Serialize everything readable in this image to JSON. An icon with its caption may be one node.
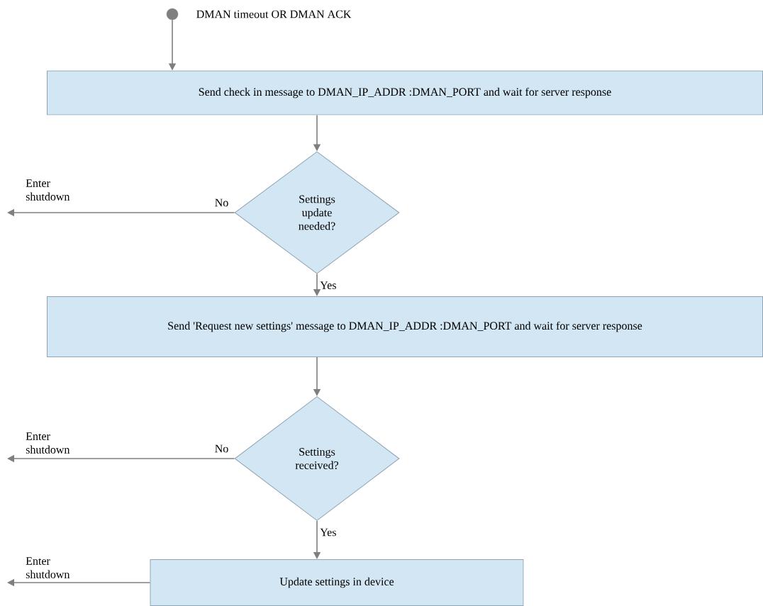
{
  "diagram": {
    "nodes": [
      {
        "text": [],
        "shape": "circle",
        "beside": [
          "DMAN timeout OR DMAN ACK"
        ]
      },
      {
        "text": [
          "Send check in message to DMAN_IP_ADDR :DMAN_PORT and wait for server response"
        ]
      },
      {
        "text": [
          "Settings update needed?"
        ]
      },
      {
        "text": [
          "Enter shutdown"
        ]
      },
      {
        "text": [
          "Send 'Request new settings' message to DMAN_IP_ADDR :DMAN_PORT and wait for server response"
        ]
      },
      {
        "text": [
          "Settings received?"
        ]
      },
      {
        "text": [
          "Enter shutdown"
        ]
      },
      {
        "text": [
          "Update settings in device"
        ]
      },
      {
        "text": [
          "Enter shutdown"
        ]
      }
    ],
    "edges": [
      {
        "from": 0,
        "to": 1,
        "arrow": "to"
      },
      {
        "from": 1,
        "to": 2,
        "arrow": "to"
      },
      {
        "from": 2,
        "to": 3,
        "arrow": "to",
        "label": "No"
      },
      {
        "from": 2,
        "to": 4,
        "arrow": "to",
        "label": "Yes"
      },
      {
        "from": 4,
        "to": 5,
        "arrow": "to"
      },
      {
        "from": 5,
        "to": 6,
        "arrow": "to",
        "label": "No"
      },
      {
        "from": 5,
        "to": 7,
        "arrow": "to",
        "label": "Yes"
      },
      {
        "from": 7,
        "to": 8,
        "arrow": "to"
      }
    ]
  }
}
